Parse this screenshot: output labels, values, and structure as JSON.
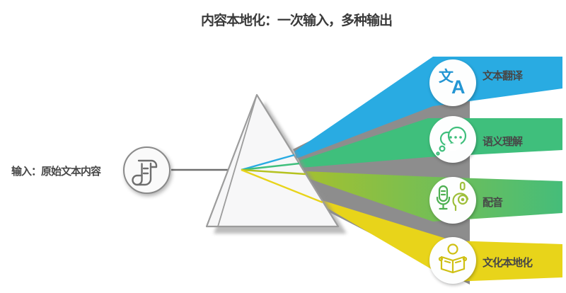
{
  "title": "内容本地化：一次输入，多种输出",
  "input": {
    "label": "输入：原始文本内容",
    "icon": "scroll-icon"
  },
  "outputs": [
    {
      "label": "文本翻译",
      "icon": "translate-icon",
      "beam_color": "#29abe2",
      "glyph_color": "#2496d3"
    },
    {
      "label": "语义理解",
      "icon": "thought-bubble-icon",
      "beam_color": "#3fbf7c",
      "glyph_color": "#3fbf7c"
    },
    {
      "label": "配音",
      "icon": "voiceover-icon",
      "beam_color": "#a3c030",
      "glyph_color": "#4caf50"
    },
    {
      "label": "文化本地化",
      "icon": "reading-book-icon",
      "beam_color": "#e8d41a",
      "glyph_color": "#cfc013"
    }
  ],
  "colors": {
    "beam_gray": "#8d8d8d",
    "beam_lime_start": "#a3c030",
    "beam_lime_end": "#45bd7a",
    "prism_fill": "#f7f7f8",
    "prism_stroke": "#9c9c9c",
    "prism_shadow": "#909090",
    "input_line": "#6f6f6f",
    "scroll_glyph": "#6e6e6e",
    "headset_glyph": "#9ebf3a",
    "ray_blue": "#29abe2",
    "ray_green": "#3fbf7c",
    "ray_lime": "#b5c21f",
    "ray_yellow": "#e8d41a"
  }
}
